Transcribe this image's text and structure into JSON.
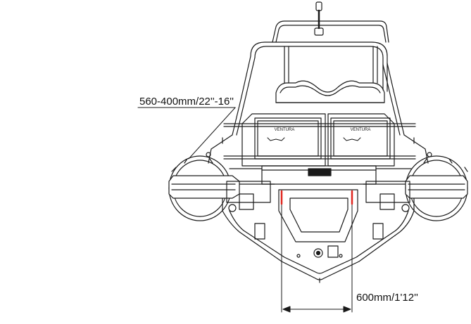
{
  "drawing": {
    "tube_diameter_label": "560-400mm/22''-16''",
    "mount_spacing_label": "600mm/1'12''",
    "console_brand_mark": "VENTURA"
  },
  "colors": {
    "line": "#1a1a1a",
    "highlight": "#e0261f",
    "background": "#ffffff"
  }
}
